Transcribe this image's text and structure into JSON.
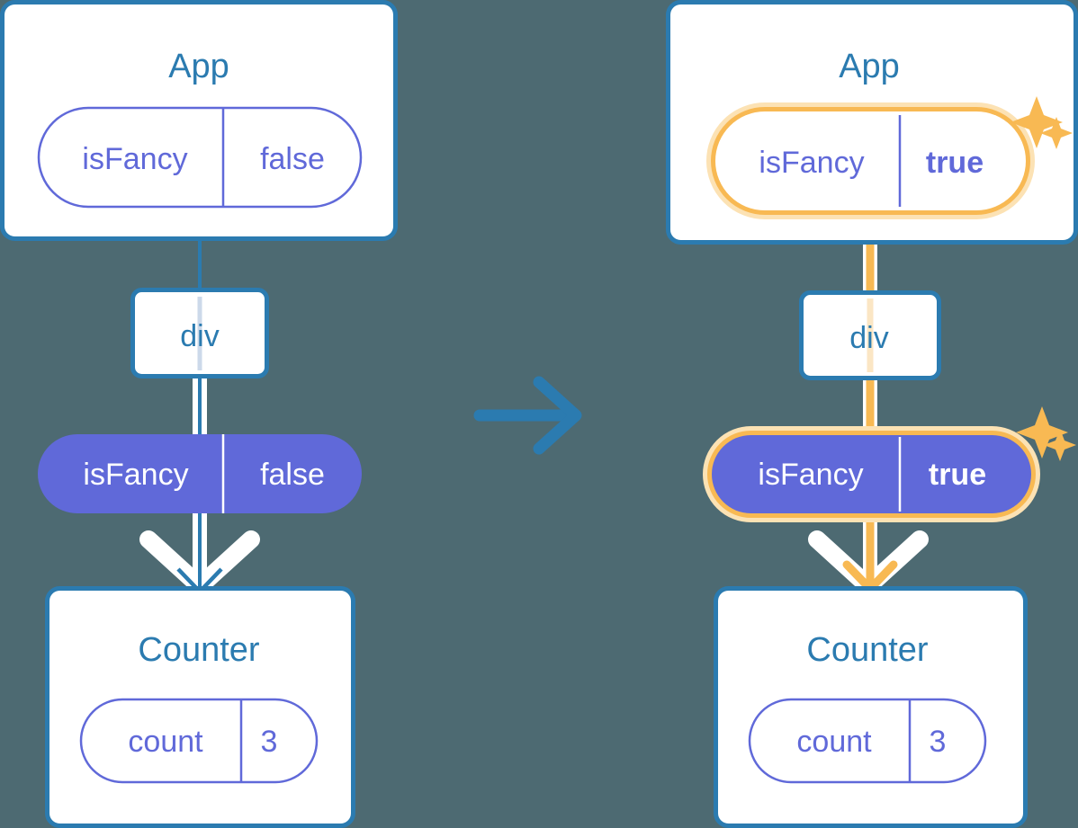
{
  "meta": {
    "background_color": "#4d6a72",
    "accent_blue": "#2b7bb0",
    "accent_purple": "#6069d9",
    "accent_orange": "#f8b953",
    "accent_orange_glow": "#fce2b4",
    "white": "#ffffff"
  },
  "panels": [
    {
      "id": "before",
      "app": {
        "title": "App",
        "state_pill": {
          "name": "isFancy",
          "value": "false",
          "style": "outline",
          "highlighted": false,
          "value_bold": false
        }
      },
      "div_node": {
        "label": "div"
      },
      "prop_pill": {
        "name": "isFancy",
        "value": "false",
        "style": "filled",
        "highlighted": false,
        "value_bold": false
      },
      "counter": {
        "title": "Counter",
        "state_pill": {
          "name": "count",
          "value": "3",
          "style": "outline",
          "highlighted": false,
          "value_bold": false
        }
      },
      "flow_color": "#2b7bb0",
      "sparkles": []
    },
    {
      "id": "after",
      "app": {
        "title": "App",
        "state_pill": {
          "name": "isFancy",
          "value": "true",
          "style": "outline",
          "highlighted": true,
          "value_bold": true
        }
      },
      "div_node": {
        "label": "div"
      },
      "prop_pill": {
        "name": "isFancy",
        "value": "true",
        "style": "filled",
        "highlighted": true,
        "value_bold": true
      },
      "counter": {
        "title": "Counter",
        "state_pill": {
          "name": "count",
          "value": "3",
          "style": "outline",
          "highlighted": false,
          "value_bold": false
        }
      },
      "flow_color": "#f8b953",
      "sparkles": [
        "sparkle-large",
        "sparkle-small",
        "sparkle-large",
        "sparkle-small"
      ]
    }
  ],
  "transition_arrow": {
    "icon": "arrow-right-icon",
    "color": "#2b7bb0",
    "direction": "right"
  }
}
